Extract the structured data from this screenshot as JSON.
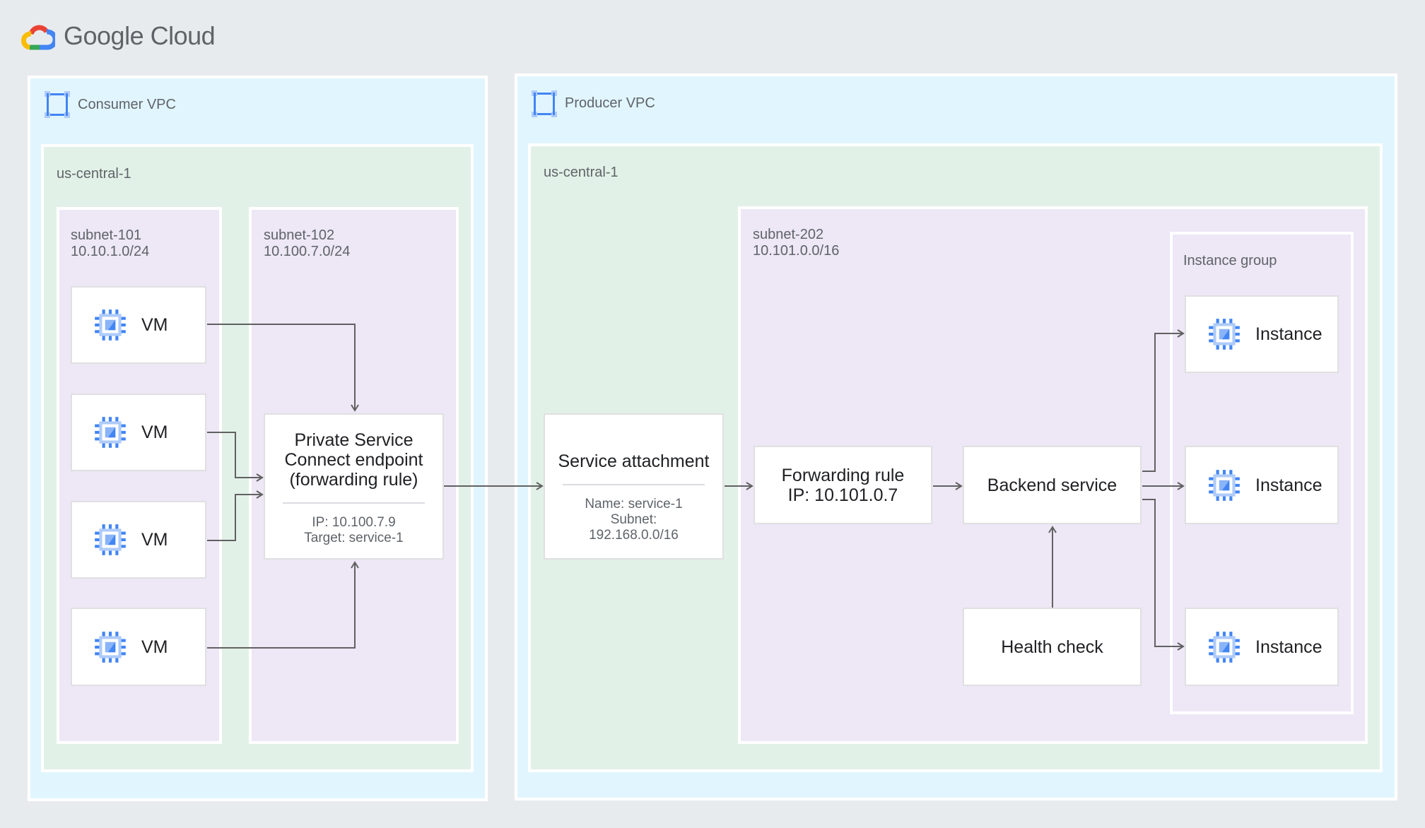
{
  "brand": {
    "name": "Google Cloud"
  },
  "consumer": {
    "title": "Consumer VPC",
    "region": "us-central-1",
    "subnet_a": {
      "name": "subnet-101",
      "cidr": "10.10.1.0/24"
    },
    "subnet_b": {
      "name": "subnet-102",
      "cidr": "10.100.7.0/24"
    },
    "vms": [
      "VM",
      "VM",
      "VM",
      "VM"
    ],
    "endpoint": {
      "title": "Private Service Connect endpoint (forwarding rule)",
      "ip": "IP: 10.100.7.9",
      "target": "Target: service-1"
    }
  },
  "producer": {
    "title": "Producer VPC",
    "region": "us-central-1",
    "attachment": {
      "title": "Service attachment",
      "name": "Name: service-1",
      "subnet_label": "Subnet:",
      "subnet": "192.168.0.0/16"
    },
    "subnet": {
      "name": "subnet-202",
      "cidr": "10.101.0.0/16"
    },
    "forwarding_rule": {
      "title": "Forwarding rule",
      "ip": "IP: 10.101.0.7"
    },
    "backend_service": "Backend service",
    "health_check": "Health check",
    "instance_group": {
      "title": "Instance group",
      "instances": [
        "Instance",
        "Instance",
        "Instance"
      ]
    }
  },
  "colors": {
    "background": "#e8ebee",
    "vpc": "#e1f5fe",
    "region": "#e2f1e8",
    "subnet": "#ede7f6",
    "icon_blue": "#4285f4"
  }
}
